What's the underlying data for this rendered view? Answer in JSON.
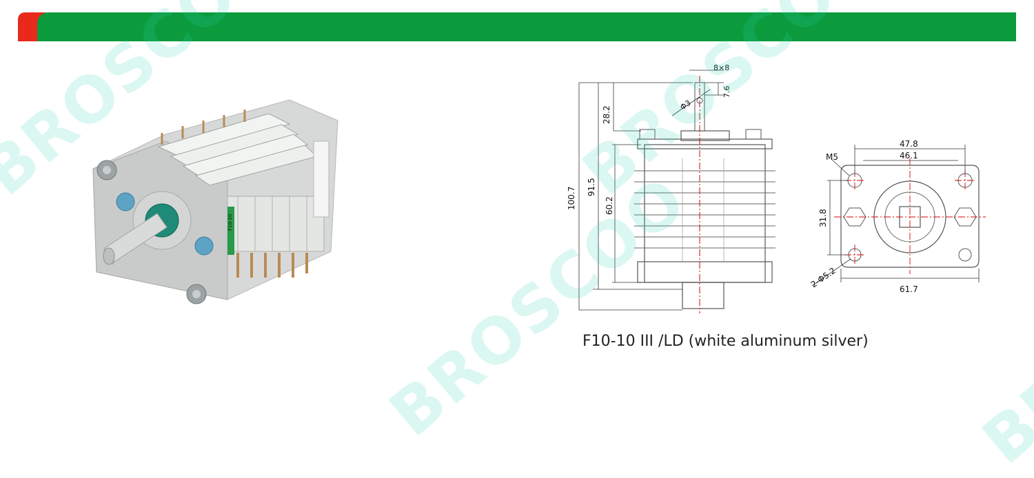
{
  "colors": {
    "bar_green": "#0b9b3d",
    "bar_red": "#e8291c",
    "watermark": "#33d6b7",
    "dimension_line": "#d40000"
  },
  "watermark": "BROSCOO",
  "photo": {
    "label_front": "F10-10"
  },
  "drawing": {
    "side_view": {
      "d_8x8": "8×8",
      "d_7_6": "7.6",
      "d_phi3": "Φ3",
      "d_28_2": "28.2",
      "d_100_7": "100.7",
      "d_91_5": "91.5",
      "d_60_2": "60.2"
    },
    "end_view": {
      "d_47_8": "47.8",
      "d_46_1": "46.1",
      "d_m5": "M5",
      "d_31_8": "31.8",
      "d_2phi5_2": "2-Φ5.2",
      "d_61_7": "61.7"
    }
  },
  "caption": "F10-10 III /LD (white  aluminum  silver)"
}
